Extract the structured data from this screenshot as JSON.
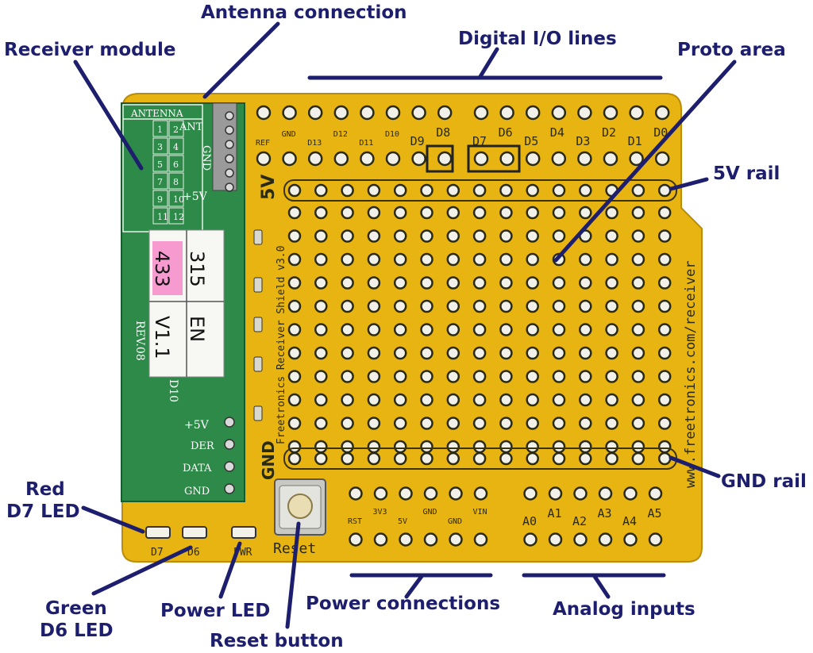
{
  "callouts": {
    "antenna_connection": "Antenna connection",
    "receiver_module": "Receiver module",
    "digital_io": "Digital I/O lines",
    "proto_area": "Proto area",
    "rail_5v": "5V rail",
    "gnd_rail": "GND rail",
    "red_led_line1": "Red",
    "red_led_line2": "D7 LED",
    "green_led_line1": "Green",
    "green_led_line2": "D6 LED",
    "power_led": "Power LED",
    "reset_button": "Reset button",
    "power_connections": "Power connections",
    "analog_inputs": "Analog inputs"
  },
  "board": {
    "top_pins": [
      "REF",
      "GND",
      "D13",
      "D12",
      "D11",
      "D10",
      "D9",
      "D8",
      "D7",
      "D6",
      "D5",
      "D4",
      "D3",
      "D2",
      "D1",
      "D0"
    ],
    "label_5v": "5V",
    "label_gnd": "GND",
    "shield_text": "Freetronics Receiver Shield v3.0",
    "url_text": "www.freetronics.com/receiver",
    "power_pins": [
      "RST",
      "3V3",
      "5V",
      "GND",
      "GND",
      "VIN"
    ],
    "analog_pins": [
      "A0",
      "A1",
      "A2",
      "A3",
      "A4",
      "A5"
    ],
    "led_labels": [
      "D7",
      "D6",
      "PWR"
    ],
    "reset_label": "Reset"
  },
  "module": {
    "antenna": "ANTENNA",
    "ant": "ANT",
    "gnd": "GND",
    "plus5v": "+5V",
    "der": "DER",
    "data": "DATA",
    "gnd2": "GND",
    "rev": "REV.08",
    "d10": "D10",
    "grid_numbers": [
      "1",
      "2",
      "3",
      "4",
      "5",
      "6",
      "7",
      "8",
      "9",
      "10",
      "11",
      "12"
    ],
    "sticker_freq1": "315",
    "sticker_freq2": "433",
    "sticker_lang": "EN",
    "sticker_ver": "V1.1"
  },
  "colors": {
    "label": "#1d1f6e",
    "board": "#e7b412",
    "module": "#2e8a48"
  }
}
